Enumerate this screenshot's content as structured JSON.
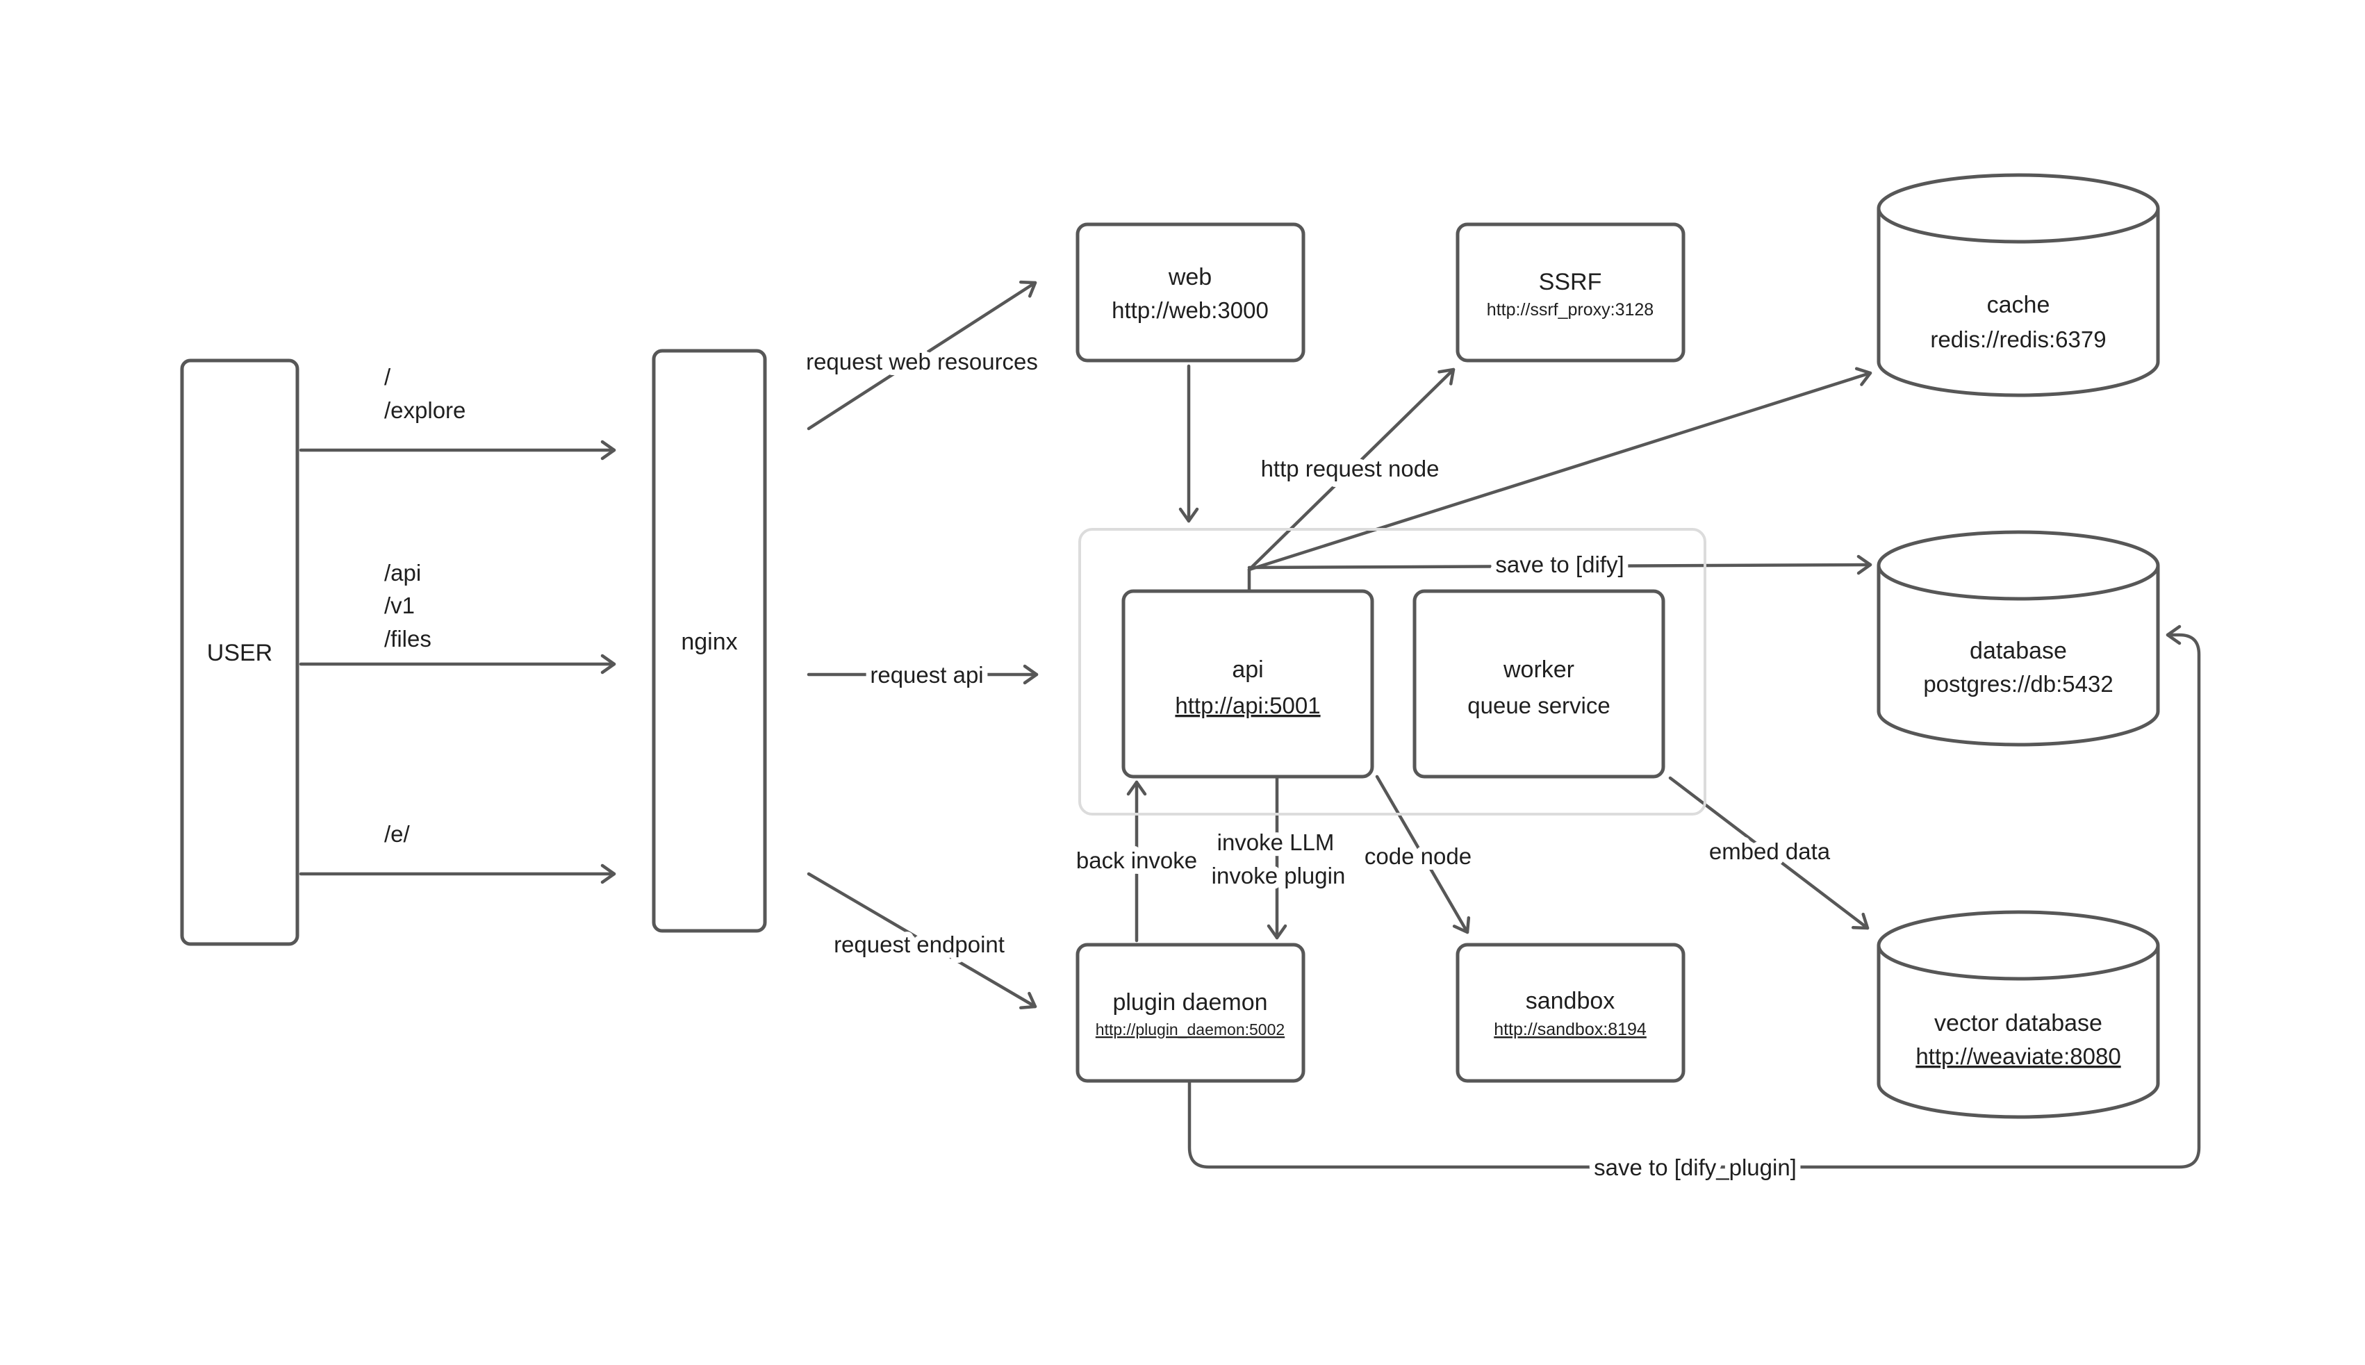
{
  "colors": {
    "stroke": "#575757",
    "text": "#1f1f1f",
    "group_border": "#dcdcdc",
    "canvas": "#ffffff"
  },
  "nodes": {
    "user": {
      "label": "USER"
    },
    "nginx": {
      "label": "nginx"
    },
    "web": {
      "label": "web",
      "url": "http://web:3000"
    },
    "ssrf": {
      "label": "SSRF",
      "url": "http://ssrf_proxy:3128"
    },
    "cache": {
      "label": "cache",
      "url": "redis://redis:6379"
    },
    "api": {
      "label": "api",
      "url": "http://api:5001"
    },
    "worker": {
      "label": "worker",
      "sublabel": "queue service"
    },
    "database": {
      "label": "database",
      "url": "postgres://db:5432"
    },
    "plugin_daemon": {
      "label": "plugin daemon",
      "url": "http://plugin_daemon:5002"
    },
    "sandbox": {
      "label": "sandbox",
      "url": "http://sandbox:8194"
    },
    "vector_database": {
      "label": "vector database",
      "url": "http://weaviate:8080"
    }
  },
  "edge_labels": {
    "route_web": {
      "lines": [
        "/",
        "/explore"
      ]
    },
    "route_api": {
      "lines": [
        "/api",
        "/v1",
        "/files"
      ]
    },
    "route_e": {
      "lines": [
        "/e/"
      ]
    },
    "request_web_resources": "request web resources",
    "request_api": "request api",
    "request_endpoint": "request endpoint",
    "http_request_node": "http request node",
    "save_to_dify": "save to [dify]",
    "back_invoke": "back invoke",
    "invoke": {
      "lines": [
        "invoke LLM",
        "invoke plugin"
      ]
    },
    "code_node": "code node",
    "embed_data": "embed data",
    "save_to_dify_plugin": "save to [dify_plugin]"
  }
}
